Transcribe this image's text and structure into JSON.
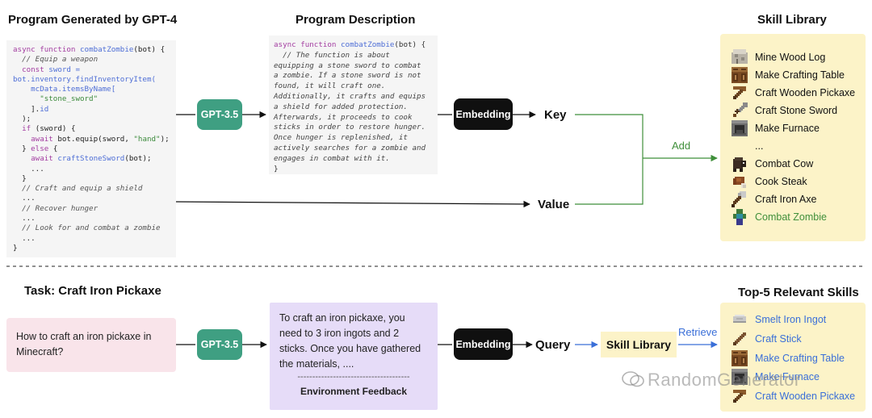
{
  "top": {
    "title_program": "Program Generated by GPT-4",
    "title_description": "Program Description",
    "title_library": "Skill Library",
    "code_lines": [
      [
        {
          "t": "async ",
          "c": "kw"
        },
        {
          "t": "function ",
          "c": "kw"
        },
        {
          "t": "combatZombie",
          "c": "fn"
        },
        {
          "t": "(bot) {",
          "c": ""
        }
      ],
      [
        {
          "t": "  // Equip a weapon",
          "c": "cm"
        }
      ],
      [
        {
          "t": "  ",
          "c": ""
        },
        {
          "t": "const ",
          "c": "kw"
        },
        {
          "t": "sword =",
          "c": "fn"
        }
      ],
      [
        {
          "t": "bot.",
          "c": "fn"
        },
        {
          "t": "inventory.findInventoryItem(",
          "c": "fn"
        }
      ],
      [
        {
          "t": "    ",
          "c": ""
        },
        {
          "t": "mcData.itemsByName[",
          "c": "fn"
        }
      ],
      [
        {
          "t": "      ",
          "c": ""
        },
        {
          "t": "\"stone_sword\"",
          "c": "str"
        }
      ],
      [
        {
          "t": "    ].",
          "c": ""
        },
        {
          "t": "id",
          "c": "fn"
        }
      ],
      [
        {
          "t": "  );",
          "c": ""
        }
      ],
      [
        {
          "t": "  ",
          "c": ""
        },
        {
          "t": "if ",
          "c": "kw"
        },
        {
          "t": "(sword) {",
          "c": ""
        }
      ],
      [
        {
          "t": "    ",
          "c": ""
        },
        {
          "t": "await ",
          "c": "kw"
        },
        {
          "t": "bot.equip(sword, ",
          "c": ""
        },
        {
          "t": "\"hand\"",
          "c": "str"
        },
        {
          "t": ");",
          "c": ""
        }
      ],
      [
        {
          "t": "  } ",
          "c": ""
        },
        {
          "t": "else ",
          "c": "kw"
        },
        {
          "t": "{",
          "c": ""
        }
      ],
      [
        {
          "t": "    ",
          "c": ""
        },
        {
          "t": "await ",
          "c": "kw"
        },
        {
          "t": "craftStoneSword",
          "c": "fn"
        },
        {
          "t": "(bot);",
          "c": ""
        }
      ],
      [
        {
          "t": "    ...",
          "c": ""
        }
      ],
      [
        {
          "t": "  }",
          "c": ""
        }
      ],
      [
        {
          "t": "  // Craft and equip a shield",
          "c": "cm"
        }
      ],
      [
        {
          "t": "  ...",
          "c": ""
        }
      ],
      [
        {
          "t": "  // Recover hunger",
          "c": "cm"
        }
      ],
      [
        {
          "t": "  ...",
          "c": ""
        }
      ],
      [
        {
          "t": "  // Look for and combat a zombie",
          "c": "cm"
        }
      ],
      [
        {
          "t": "  ...",
          "c": ""
        }
      ],
      [
        {
          "t": "}",
          "c": ""
        }
      ]
    ],
    "desc_header_parts": [
      {
        "t": "async ",
        "c": "kw"
      },
      {
        "t": "function ",
        "c": "kw"
      },
      {
        "t": "combatZombie",
        "c": "fn"
      },
      {
        "t": "(bot) {",
        "c": ""
      }
    ],
    "desc_lines": [
      "  // The function is about",
      "equipping a stone sword to combat",
      "a zombie. If a stone sword is not",
      "found, it will craft one.",
      "Additionally, it crafts and equips",
      "a shield for added protection.",
      "Afterwards, it proceeds to cook",
      "sticks in order to restore hunger.",
      "Once hunger is replenished, it",
      "actively searches for a zombie and",
      "engages in combat with it."
    ],
    "desc_footer": "}",
    "gpt_label": "GPT-3.5",
    "embedding_label": "Embedding",
    "key_label": "Key",
    "value_label": "Value",
    "add_label": "Add",
    "skills": [
      {
        "label": "Mine Wood  Log",
        "icon": "wood-log-icon",
        "highlight": false
      },
      {
        "label": "Make Crafting Table",
        "icon": "crafting-table-icon",
        "highlight": false
      },
      {
        "label": "Craft Wooden Pickaxe",
        "icon": "wooden-pickaxe-icon",
        "highlight": false
      },
      {
        "label": "Craft Stone Sword",
        "icon": "stone-sword-icon",
        "highlight": false
      },
      {
        "label": "Make Furnace",
        "icon": "furnace-icon",
        "highlight": false
      },
      {
        "label": "...",
        "icon": "",
        "highlight": false
      },
      {
        "label": "Combat Cow",
        "icon": "cow-icon",
        "highlight": false
      },
      {
        "label": "Cook Steak",
        "icon": "steak-icon",
        "highlight": false
      },
      {
        "label": "Craft Iron Axe",
        "icon": "iron-axe-icon",
        "highlight": false
      },
      {
        "label": "Combat Zombie",
        "icon": "zombie-icon",
        "highlight": true
      }
    ]
  },
  "bottom": {
    "title_task": "Task: Craft Iron Pickaxe",
    "title_top5": "Top-5 Relevant Skills",
    "question": "How to craft an iron pickaxe in Minecraft?",
    "gpt_label": "GPT-3.5",
    "answer": "To craft an iron pickaxe, you need to 3 iron ingots and 2 sticks. Once you have gathered the materials, ....",
    "divider": "--------------------------------------",
    "feedback_label": "Environment Feedback",
    "embedding_label": "Embedding",
    "query_label": "Query",
    "skill_library_label": "Skill Library",
    "retrieve_label": "Retrieve",
    "skills": [
      {
        "label": "Smelt Iron Ingot",
        "icon": "iron-ingot-icon"
      },
      {
        "label": "Craft Stick",
        "icon": "stick-icon"
      },
      {
        "label": "Make Crafting Table",
        "icon": "crafting-table-icon"
      },
      {
        "label": "Make Furnace",
        "icon": "furnace-icon"
      },
      {
        "label": "Craft Wooden Pickaxe",
        "icon": "wooden-pickaxe-icon"
      }
    ]
  },
  "watermark": "RandomGenerator",
  "colors": {
    "gpt": "#3f9f82",
    "embedding": "#101010",
    "add_arrow": "#3f8f3a",
    "retrieve_arrow": "#3a6fd8",
    "library_bg": "#fcf3c8",
    "task_bg": "#f9e4ea",
    "feedback_bg": "#e6dcf8"
  }
}
